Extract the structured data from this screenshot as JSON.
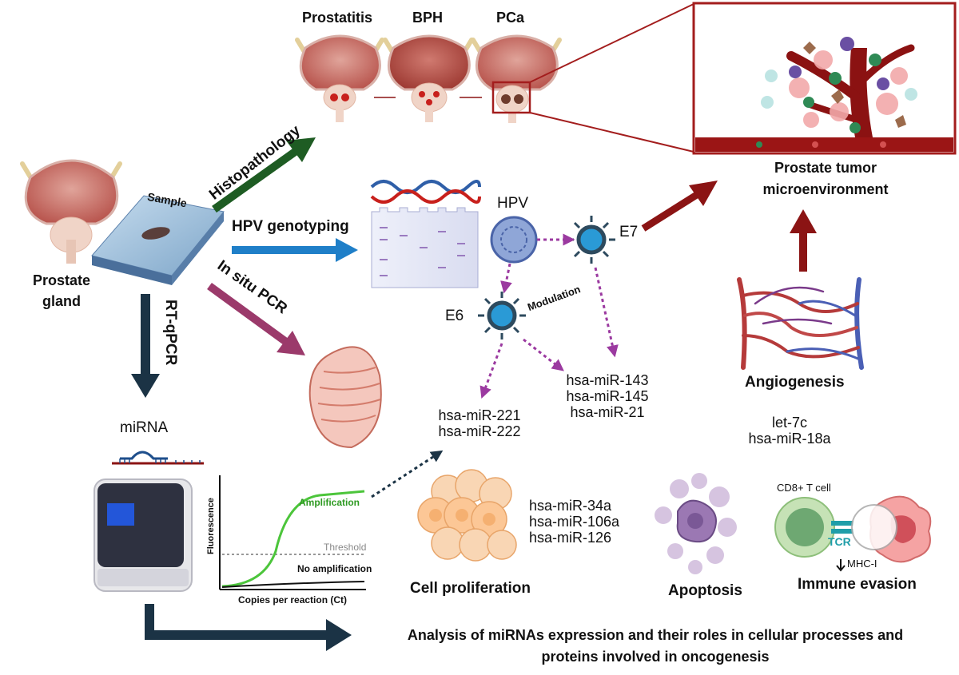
{
  "top_stages": [
    "Prostatitis",
    "BPH",
    "PCa"
  ],
  "sample_label": "Sample",
  "gland_label": "Prostate\ngland",
  "methods": {
    "histopathology": "Histopathology",
    "hpv_genotyping": "HPV genotyping",
    "in_situ_pcr": "In situ PCR",
    "rt_qpcr": "RT-qPCR"
  },
  "hpv": {
    "label": "HPV",
    "e7": "E7",
    "e6": "E6",
    "modulation": "Modulation"
  },
  "mirna_groups": {
    "e7_targets": [
      "hsa-miR-143",
      "hsa-miR-145",
      "hsa-miR-21"
    ],
    "e6_targets": [
      "hsa-miR-221",
      "hsa-miR-222"
    ],
    "angiogenesis": [
      "let-7c",
      "hsa-miR-18a"
    ],
    "proliferation": [
      "hsa-miR-34a",
      "hsa-miR-106a",
      "hsa-miR-126"
    ]
  },
  "tumor_microenvironment": "Prostate tumor\nmicroenvironment",
  "angiogenesis_label": "Angiogenesis",
  "mirna_label": "miRNA",
  "qpcr_plot": {
    "ylabel": "Fluorescence",
    "xlabel": "Copies per reaction (Ct)",
    "amplification": "Amplification",
    "threshold": "Threshold",
    "no_amplification": "No amplification"
  },
  "processes": {
    "proliferation": "Cell proliferation",
    "apoptosis": "Apoptosis",
    "immune_evasion": "Immune evasion",
    "cd8": "CD8+ T cell",
    "tcr": "TCR",
    "mhc": "MHC-I"
  },
  "conclusion": "Analysis of miRNAs expression and their roles in cellular processes and\nproteins involved in oncogenesis",
  "colors": {
    "histopathology_arrow": "#1e5c23",
    "genotyping_arrow": "#1f7fc8",
    "insitu_arrow": "#9b3a6b",
    "rtqpcr_arrow": "#1b3345",
    "tumor_arrow": "#8b1414",
    "dotted_arrow": "#9b3aa0"
  }
}
